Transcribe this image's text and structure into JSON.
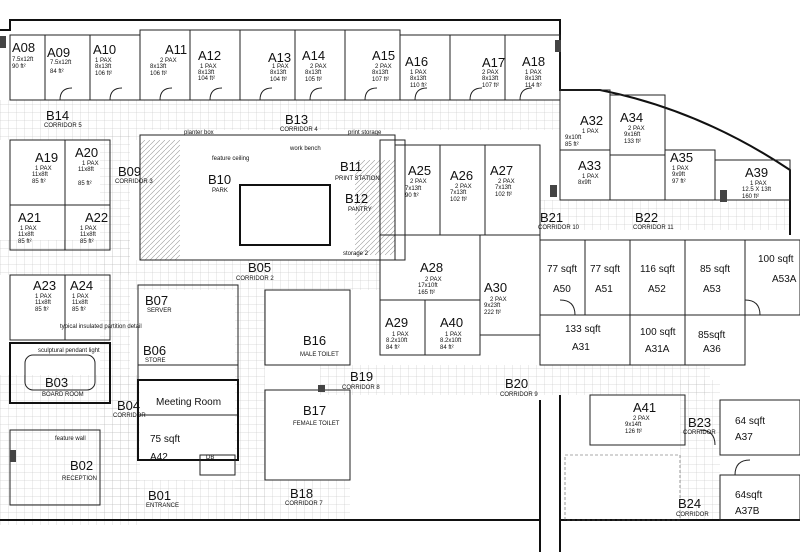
{
  "rooms": [
    {
      "code": "A08",
      "size": "7.5x12ft",
      "area": "90 ft²"
    },
    {
      "code": "A09",
      "size": "7.5x12ft",
      "area": "84 ft²"
    },
    {
      "code": "A10",
      "pax": "1 PAX",
      "size": "8x13ft",
      "area": "106 ft²"
    },
    {
      "code": "A11",
      "pax": "2 PAX",
      "size": "8x13ft",
      "area": "106 ft²"
    },
    {
      "code": "A12",
      "pax": "1 PAX",
      "size": "8x13ft",
      "area": "104 ft²"
    },
    {
      "code": "A13",
      "pax": "1 PAX",
      "size": "8x13ft",
      "area": "104 ft²"
    },
    {
      "code": "A14",
      "pax": "2 PAX",
      "size": "8x13ft",
      "area": "105 ft²"
    },
    {
      "code": "A15",
      "pax": "2 PAX",
      "size": "8x13ft",
      "area": "107 ft²"
    },
    {
      "code": "A16",
      "pax": "1 PAX",
      "size": "8x13ft",
      "area": "110 ft²"
    },
    {
      "code": "A17",
      "pax": "2 PAX",
      "size": "8x13ft",
      "area": "107 ft²"
    },
    {
      "code": "A18",
      "pax": "1 PAX",
      "size": "8x13ft",
      "area": "114 ft²"
    },
    {
      "code": "A19",
      "pax": "1 PAX",
      "size": "11x8ft",
      "area": "85 ft²"
    },
    {
      "code": "A20",
      "pax": "1 PAX",
      "size": "11x8ft",
      "area": "85 ft²"
    },
    {
      "code": "A21",
      "pax": "1 PAX",
      "size": "11x8ft",
      "area": "85 ft²"
    },
    {
      "code": "A22",
      "pax": "1 PAX",
      "size": "11x8ft",
      "area": "85 ft²"
    },
    {
      "code": "A23",
      "pax": "1 PAX",
      "size": "11x8ft",
      "area": "85 ft²"
    },
    {
      "code": "A24",
      "pax": "1 PAX",
      "size": "11x8ft",
      "area": "85 ft²"
    },
    {
      "code": "A25",
      "pax": "2 PAX",
      "size": "7x13ft",
      "area": "90 ft²"
    },
    {
      "code": "A26",
      "pax": "2 PAX",
      "size": "7x13ft",
      "area": "102 ft²"
    },
    {
      "code": "A27",
      "pax": "2 PAX",
      "size": "7x13ft",
      "area": "102 ft²"
    },
    {
      "code": "A28",
      "pax": "2 PAX",
      "size": "17x10ft",
      "area": "165 ft²"
    },
    {
      "code": "A29",
      "pax": "1 PAX",
      "size": "8.2x10ft",
      "area": "84 ft²"
    },
    {
      "code": "A30",
      "pax": "2 PAX",
      "size": "9x23ft",
      "area": "222 ft²"
    },
    {
      "code": "A32",
      "pax": "1 PAX",
      "size": "9x10ft",
      "area": "85 ft²"
    },
    {
      "code": "A33",
      "pax": "1 PAX",
      "size": "8x9ft"
    },
    {
      "code": "A34",
      "pax": "2 PAX",
      "size": "9x16ft",
      "area": "133 ft²"
    },
    {
      "code": "A35",
      "pax": "1 PAX",
      "size": "9x9ft",
      "area": "97 ft²"
    },
    {
      "code": "A39",
      "pax": "1 PAX",
      "size": "12.5 X 13ft",
      "area": "160 ft²"
    },
    {
      "code": "A40",
      "pax": "1 PAX",
      "size": "8.2x10ft",
      "area": "84 ft²"
    },
    {
      "code": "A41",
      "pax": "2 PAX",
      "size": "9x14ft",
      "area": "126 ft²"
    }
  ],
  "grid_areas": [
    {
      "code": "A50",
      "area": "77 sqft"
    },
    {
      "code": "A51",
      "area": "77 sqft"
    },
    {
      "code": "A52",
      "area": "116 sqft"
    },
    {
      "code": "A53",
      "area": "85 sqft"
    },
    {
      "code": "A53A",
      "area": "100 sqft"
    },
    {
      "code": "A31",
      "area": "133 sqft"
    },
    {
      "code": "A31A",
      "area": "100 sqft"
    },
    {
      "code": "A36",
      "area": "85sqft"
    },
    {
      "code": "A37",
      "area": "64 sqft"
    },
    {
      "code": "A37B",
      "area": "64sqft"
    },
    {
      "code": "A42",
      "area": "75 sqft"
    }
  ],
  "spaces": [
    {
      "code": "B01",
      "name": "ENTRANCE"
    },
    {
      "code": "B02",
      "name": "RECEPTION"
    },
    {
      "code": "B03",
      "name": "BOARD ROOM"
    },
    {
      "code": "B04",
      "name": "CORRIDOR"
    },
    {
      "code": "B06",
      "name": "STORE"
    },
    {
      "code": "B07",
      "name": "SERVER"
    },
    {
      "code": "B09",
      "name": "CORRIDOR 3"
    },
    {
      "code": "B10",
      "name": "PARK"
    },
    {
      "code": "B11",
      "name": "PRINT STATION"
    },
    {
      "code": "B12",
      "name": "PANTRY"
    },
    {
      "code": "B13",
      "name": "CORRIDOR 4"
    },
    {
      "code": "B14",
      "name": "CORRIDOR 5"
    },
    {
      "code": "B16",
      "name": "MALE TOILET"
    },
    {
      "code": "B17",
      "name": "FEMALE TOILET"
    },
    {
      "code": "B18",
      "name": "CORRIDOR 7"
    },
    {
      "code": "B19",
      "name": "CORRIDOR 8"
    },
    {
      "code": "B20",
      "name": "CORRIDOR 9"
    },
    {
      "code": "B21",
      "name": "CORRIDOR 10"
    },
    {
      "code": "B22",
      "name": "CORRIDOR 11"
    },
    {
      "code": "B23",
      "name": "CORRIDOR"
    },
    {
      "code": "B24",
      "name": "CORRIDOR"
    },
    {
      "code": "B05",
      "name": "CORRIDOR 2"
    }
  ],
  "labels": {
    "meeting_room": "Meeting Room",
    "db": "DB",
    "work_bench": "work bench",
    "print_storage": "print storage",
    "planter_box": "planter box",
    "feature_ceiling": "feature ceiling",
    "storage": "storage 2",
    "typical_partition": "typical insulated partition detail",
    "sculptural_pendant": "sculptural pendant light",
    "feature_wall": "feature wall"
  }
}
